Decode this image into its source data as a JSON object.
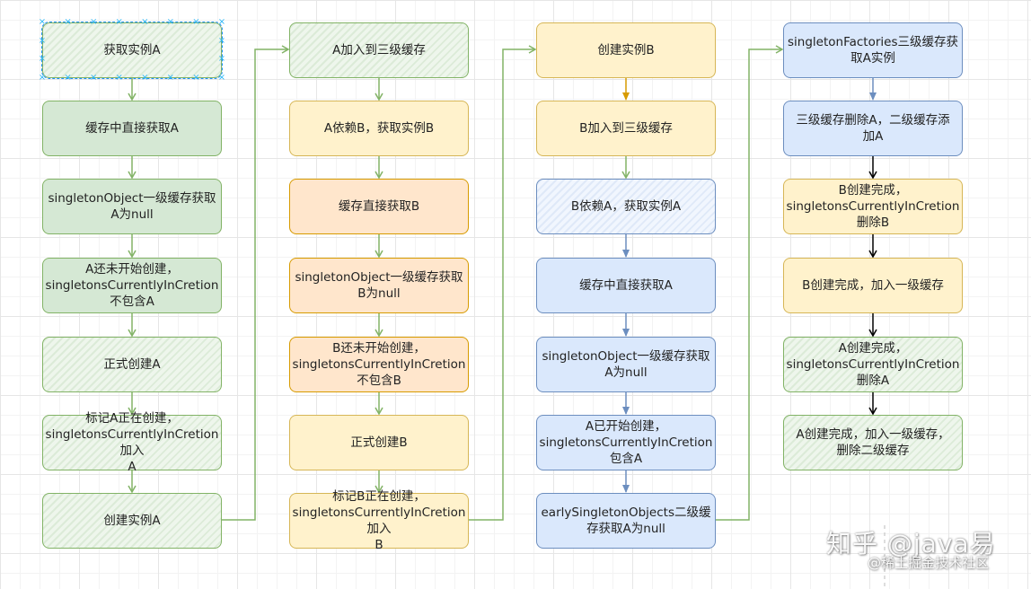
{
  "columns": [
    {
      "nodes": [
        {
          "text": "获取实例A",
          "style": "hgreen"
        },
        {
          "text": "缓存中直接获取A",
          "style": "green"
        },
        {
          "text": "singletonObject一级缓存获取\nA为null",
          "style": "green"
        },
        {
          "text": "A还未开始创建，\nsingletonsCurrentlyInCretion\n不包含A",
          "style": "green"
        },
        {
          "text": "正式创建A",
          "style": "hgreen"
        },
        {
          "text": "标记A正在创建，\nsingletonsCurrentlyInCretion加入\nA",
          "style": "hgreen"
        },
        {
          "text": "创建实例A",
          "style": "hgreen"
        }
      ]
    },
    {
      "nodes": [
        {
          "text": "A加入到三级缓存",
          "style": "hgreen"
        },
        {
          "text": "A依赖B，获取实例B",
          "style": "yellow"
        },
        {
          "text": "缓存直接获取B",
          "style": "orange"
        },
        {
          "text": "singletonObject一级缓存获取\nB为null",
          "style": "orange"
        },
        {
          "text": "B还未开始创建，\nsingletonsCurrentlyInCretion\n不包含B",
          "style": "orange"
        },
        {
          "text": "正式创建B",
          "style": "yellow"
        },
        {
          "text": "标记B正在创建，\nsingletonsCurrentlyInCretion加入\nB",
          "style": "yellow"
        }
      ]
    },
    {
      "nodes": [
        {
          "text": "创建实例B",
          "style": "yellow"
        },
        {
          "text": "B加入到三级缓存",
          "style": "yellow"
        },
        {
          "text": "B依赖A，获取实例A",
          "style": "hblue"
        },
        {
          "text": "缓存中直接获取A",
          "style": "blue"
        },
        {
          "text": "singletonObject一级缓存获取\nA为null",
          "style": "blue"
        },
        {
          "text": "A已开始创建，\nsingletonsCurrentlyInCretion\n包含A",
          "style": "blue"
        },
        {
          "text": "earlySingletonObjects二级缓\n存获取A为null",
          "style": "blue"
        }
      ]
    },
    {
      "nodes": [
        {
          "text": "singletonFactories三级缓存获\n取A实例",
          "style": "blue"
        },
        {
          "text": "三级缓存删除A，二级缓存添\n加A",
          "style": "blue"
        },
        {
          "text": "B创建完成，\nsingletonsCurrentlyInCretion\n删除B",
          "style": "yellow"
        },
        {
          "text": "B创建完成，加入一级缓存",
          "style": "yellow"
        },
        {
          "text": "A创建完成，\nsingletonsCurrentlyInCretion\n删除A",
          "style": "hgreen"
        },
        {
          "text": "A创建完成，加入一级缓存，\n删除二级缓存",
          "style": "hgreen"
        }
      ]
    }
  ],
  "edge_colors": {
    "green": "#82b366",
    "orange": "#d79b00",
    "blue": "#6c8ebf",
    "black": "#000000"
  },
  "watermark": {
    "line1": "知乎 @java易",
    "line2": "@稀土掘金技术社区"
  }
}
